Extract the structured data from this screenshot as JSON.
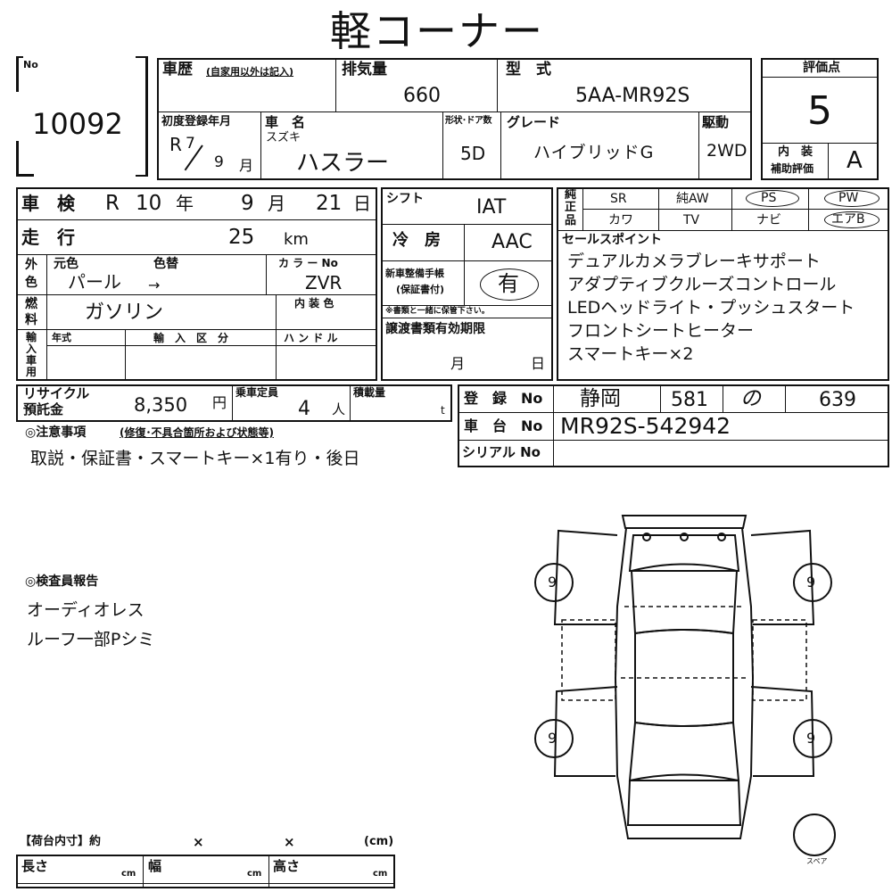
{
  "title": "軽コーナー",
  "lot": {
    "label": "No",
    "number": "10092"
  },
  "history": {
    "label": "車歴",
    "note": "(自家用以外は記入)"
  },
  "displacement": {
    "label": "排気量",
    "value": "660"
  },
  "model": {
    "label": "型　式",
    "value": "5AA-MR92S"
  },
  "evaluation": {
    "label": "評価点",
    "value": "5",
    "interior_label_1": "内　装",
    "interior_label_2": "補助評価",
    "interior_value": "A"
  },
  "first_reg": {
    "label": "初度登録年月",
    "era": "R",
    "year": "7",
    "month": "9",
    "month_unit": "月"
  },
  "car_name": {
    "label": "車　名",
    "maker": "スズキ",
    "value": "ハスラー"
  },
  "shape": {
    "label": "形状･ドア数",
    "value": "5D"
  },
  "grade": {
    "label": "グレード",
    "value": "ハイブリッドG"
  },
  "drive": {
    "label": "駆動",
    "value": "2WD"
  },
  "inspection": {
    "label": "車　検",
    "era": "R",
    "year": "10",
    "year_unit": "年",
    "month": "9",
    "month_unit": "月",
    "day": "21",
    "day_unit": "日"
  },
  "mileage": {
    "label": "走　行",
    "value": "25",
    "unit": "km"
  },
  "color": {
    "side_1": "外",
    "side_2": "色",
    "original_label": "元色",
    "change_label": "色替",
    "original": "パール",
    "arrow": "→",
    "code_label": "カ ラ ー No",
    "code": "ZVR",
    "interior_label": "内 装 色"
  },
  "fuel": {
    "side_1": "燃",
    "side_2": "料",
    "value": "ガソリン"
  },
  "import": {
    "side_1": "輸",
    "side_2": "入",
    "side_3": "車",
    "side_4": "用",
    "year_label": "年式",
    "type_label": "輸　入　区　分",
    "handle_label": "ハ ン ド ル"
  },
  "shift": {
    "label": "シフト",
    "value": "IAT"
  },
  "ac": {
    "label": "冷　房",
    "value": "AAC"
  },
  "warranty": {
    "label_1": "新車整備手帳",
    "label_2": "(保証書付)",
    "value": "有",
    "note": "※書類と一緒に保管下さい。"
  },
  "transfer": {
    "label": "譲渡書類有効期限",
    "month_unit": "月",
    "day_unit": "日"
  },
  "genuine": {
    "side_1": "純",
    "side_2": "正",
    "side_3": "品",
    "items": [
      "SR",
      "純AW",
      "PS",
      "PW",
      "カワ",
      "TV",
      "ナビ",
      "エアB"
    ]
  },
  "sales_points": {
    "label": "セールスポイント",
    "lines": [
      "デュアルカメラブレーキサポート",
      "アダプティブクルーズコントロール",
      "LEDヘッドライト・プッシュスタート",
      "フロントシートヒーター",
      "スマートキー×2"
    ]
  },
  "recycle": {
    "label_1": "リサイクル",
    "label_2": "預託金",
    "value": "8,350",
    "unit": "円"
  },
  "capacity": {
    "label": "乗車定員",
    "value": "4",
    "unit": "人"
  },
  "load": {
    "label": "積載量",
    "unit": "t"
  },
  "registration": {
    "label": "登　録　No",
    "region": "静岡",
    "class_no": "581",
    "kana": "の",
    "number": "639"
  },
  "chassis": {
    "label": "車　台　No",
    "value": "MR92S-542942"
  },
  "serial": {
    "label": "シリアル No",
    "value": ""
  },
  "notes": {
    "label": "◎注意事項",
    "sublabel": "(修復･不具合箇所および状態等)",
    "text": "取説・保証書・スマートキー×1有り・後日"
  },
  "inspector": {
    "label": "◎検査員報告",
    "lines": [
      "オーディオレス",
      "ルーフ一部Pシミ"
    ]
  },
  "tires": {
    "fl": "9",
    "fr": "9",
    "rl": "9",
    "rr": "9",
    "spare_label": "スペア"
  },
  "cargo": {
    "label": "【荷台内寸】約",
    "x1": "×",
    "x2": "×",
    "unit_label": "(cm)",
    "length_label": "長さ",
    "width_label": "幅",
    "height_label": "高さ",
    "cm": "cm"
  }
}
